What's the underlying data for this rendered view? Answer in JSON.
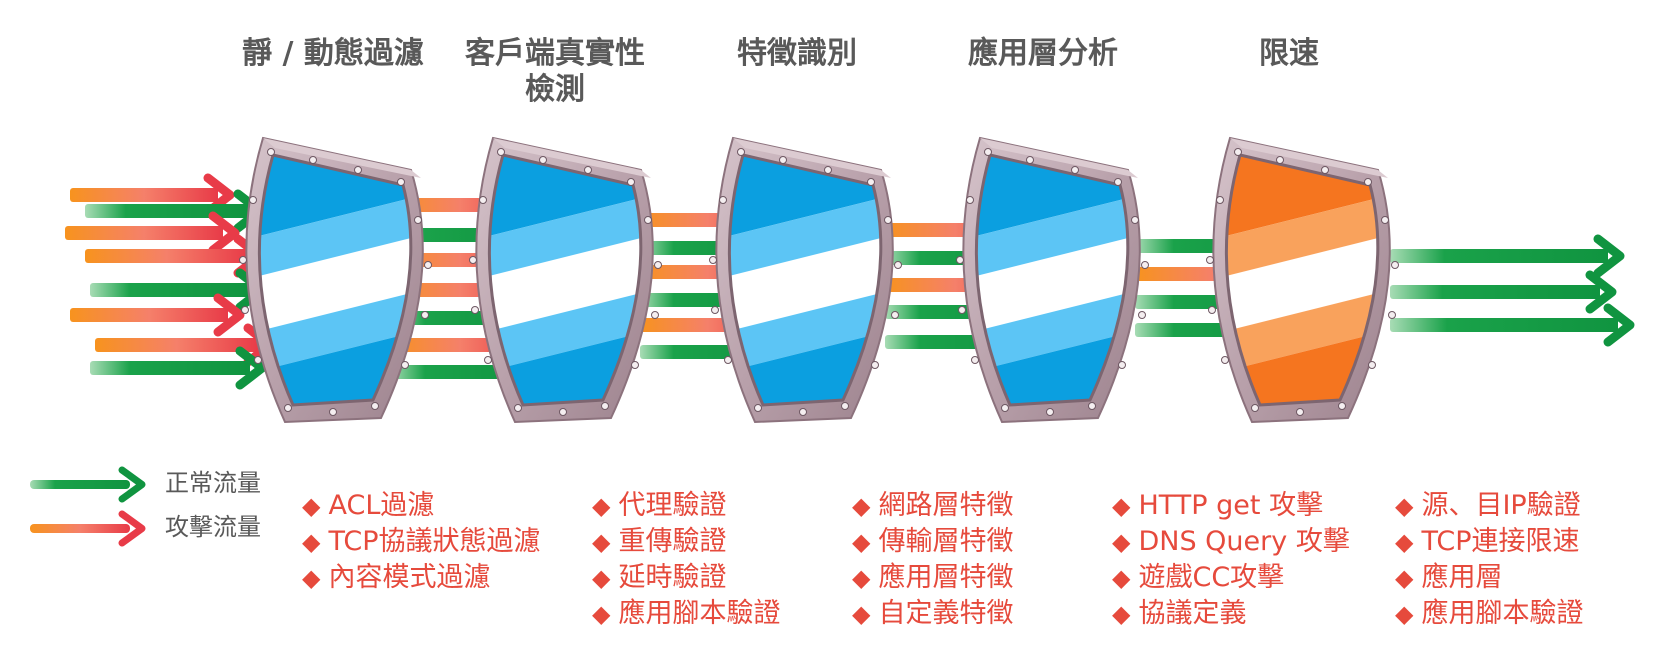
{
  "colors": {
    "normal": "#1aa24a",
    "attack_start": "#f7931e",
    "attack_end": "#e83b48",
    "shield_blue_dark": "#0b9fe0",
    "shield_blue_light": "#5cc5f5",
    "shield_orange_dark": "#f5751f",
    "shield_orange_light": "#f9a25c",
    "frame": "#b9a1ab",
    "title": "#595959",
    "list_text": "#e64a3c"
  },
  "stages": [
    {
      "title": "靜 / 動態過濾",
      "shield": "blue",
      "items": [
        "ACL過濾",
        "TCP協議狀態過濾",
        "內容模式過濾"
      ]
    },
    {
      "title": "客戶端真實性\n檢測",
      "shield": "blue",
      "items": [
        "代理驗證",
        "重傳驗證",
        "延時驗證",
        "應用腳本驗證"
      ]
    },
    {
      "title": "特徵識別",
      "shield": "blue",
      "items": [
        "網路層特徵",
        "傳輸層特徵",
        "應用層特徵",
        "自定義特徵"
      ]
    },
    {
      "title": "應用層分析",
      "shield": "blue",
      "items": [
        "HTTP get 攻擊",
        "DNS Query 攻擊",
        "遊戲CC攻擊",
        "協議定義"
      ]
    },
    {
      "title": "限速",
      "shield": "orange",
      "items": [
        "源、目IP驗證",
        "TCP連接限速",
        "應用層",
        "應用腳本驗證"
      ]
    }
  ],
  "legend": [
    {
      "type": "normal",
      "label": "正常流量"
    },
    {
      "type": "attack",
      "label": "攻擊流量"
    }
  ],
  "bullet_glyph": "◆"
}
